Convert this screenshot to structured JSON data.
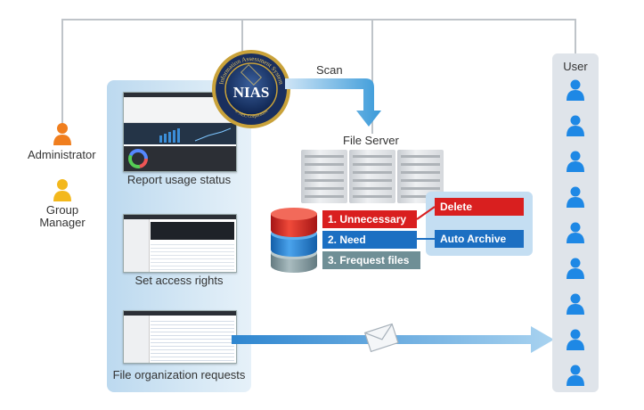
{
  "nias_logo": {
    "text": "NIAS",
    "ring_top": "Information Assessment System",
    "ring_bottom": "© NEC Corporation"
  },
  "flow": {
    "scan_label": "Scan"
  },
  "file_server": {
    "label": "File Server"
  },
  "categories": [
    {
      "label": "1. Unnecessary",
      "color": "#d91f1f"
    },
    {
      "label": "2. Need",
      "color": "#1c6fc2"
    },
    {
      "label": "3. Frequest files",
      "color": "#6f8f96"
    }
  ],
  "actions": [
    {
      "label": "Delete",
      "color": "#d91f1f"
    },
    {
      "label": "Auto Archive",
      "color": "#1c6fc2"
    }
  ],
  "roles": {
    "administrator": "Administrator",
    "group_manager": "Group Manager"
  },
  "features": [
    {
      "label": "Report usage status"
    },
    {
      "label": "Set access rights"
    },
    {
      "label": "File organization requests"
    }
  ],
  "users": {
    "title": "User",
    "count": 9
  },
  "colors": {
    "panel_blue": "#c4def2",
    "arrow_blue": "#3a9ad9",
    "admin_orange": "#f07e1e",
    "manager_yellow": "#f3b81c",
    "user_blue": "#1e88e5"
  }
}
